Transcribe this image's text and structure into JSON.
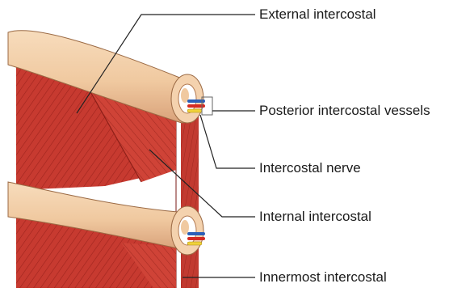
{
  "labels": {
    "external_intercostal": "External intercostal",
    "posterior_intercostal_vessels": "Posterior intercostal vessels",
    "intercostal_nerve": "Intercostal nerve",
    "internal_intercostal": "Internal intercostal",
    "innermost_intercostal": "Innermost intercostal"
  },
  "colors": {
    "muscle": "#c73a30",
    "muscle_dark": "#9e241d",
    "rib": "#f2cfa8",
    "rib_shade": "#d9a57a",
    "vein": "#2b5fb8",
    "artery": "#d42a22",
    "nerve": "#f0d23a",
    "leader_line": "#222222"
  }
}
